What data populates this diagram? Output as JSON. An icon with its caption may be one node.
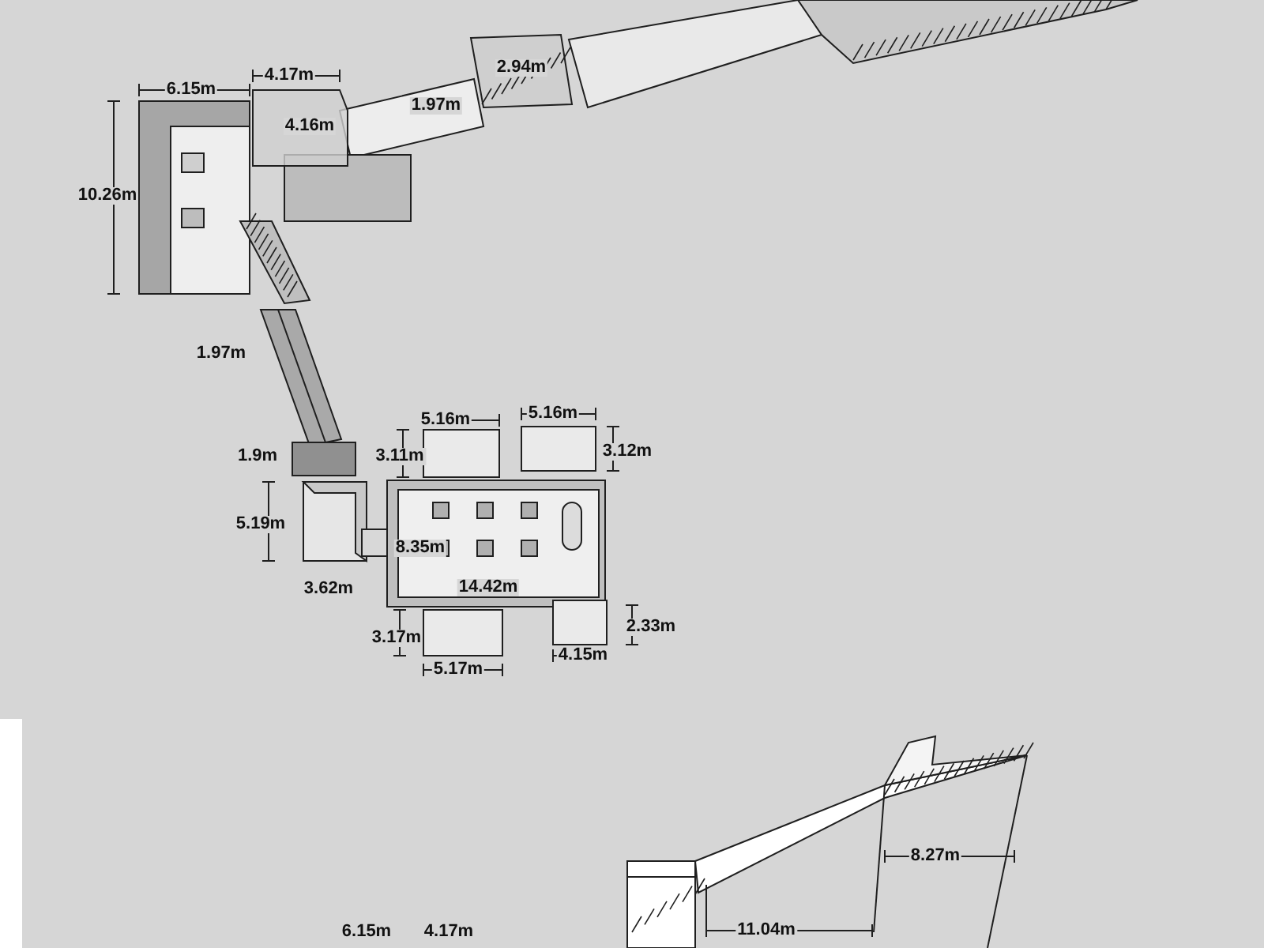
{
  "diagram": {
    "labels": [
      "6.15m",
      "4.17m",
      "2.94m",
      "1.97m",
      "4.16m",
      "10.26m",
      "1.97m",
      "5.16m",
      "5.16m",
      "3.11m",
      "3.12m",
      "1.9m",
      "5.19m",
      "8.35m",
      "14.42m",
      "3.62m",
      "2.33m",
      "3.17m",
      "4.15m",
      "5.17m",
      "8.27m",
      "11.04m",
      "6.15m",
      "4.17m"
    ]
  }
}
